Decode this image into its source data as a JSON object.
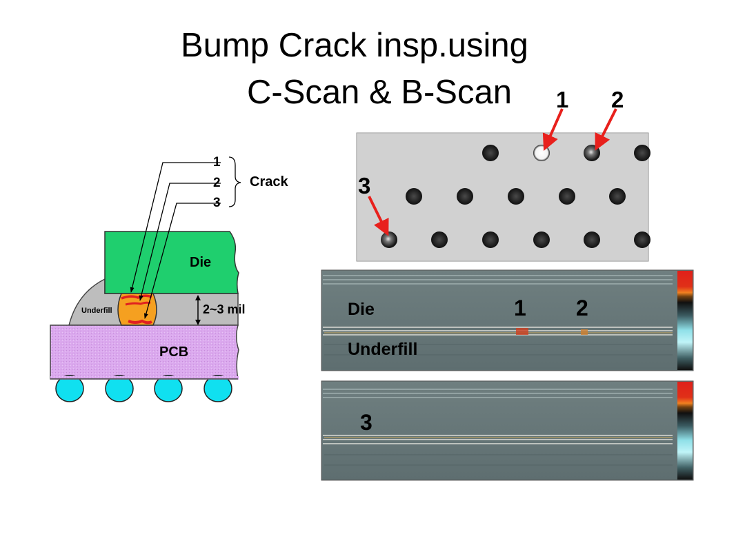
{
  "title": {
    "line1": "Bump Crack insp.using",
    "line2": "C-Scan & B-Scan"
  },
  "cross_section": {
    "crack_label": "Crack",
    "crack_numbers": [
      "1",
      "2",
      "3"
    ],
    "die_label": "Die",
    "underfill_label": "Underfill",
    "pcb_label": "PCB",
    "gap_label": "2~3 mil",
    "colors": {
      "die": "#1fcf6e",
      "underfill": "#bdbdbd",
      "pcb": "#d9a8f0",
      "bump": "#f5a020",
      "crack": "#e02020",
      "solder_ball": "#10e0f0"
    }
  },
  "c_scan": {
    "arrow_labels": [
      "1",
      "2",
      "3"
    ],
    "arrow_color": "#e8201c"
  },
  "b_scan_top": {
    "die_label": "Die",
    "underfill_label": "Underfill",
    "marker_1": "1",
    "marker_2": "2"
  },
  "b_scan_bottom": {
    "marker_3": "3"
  }
}
